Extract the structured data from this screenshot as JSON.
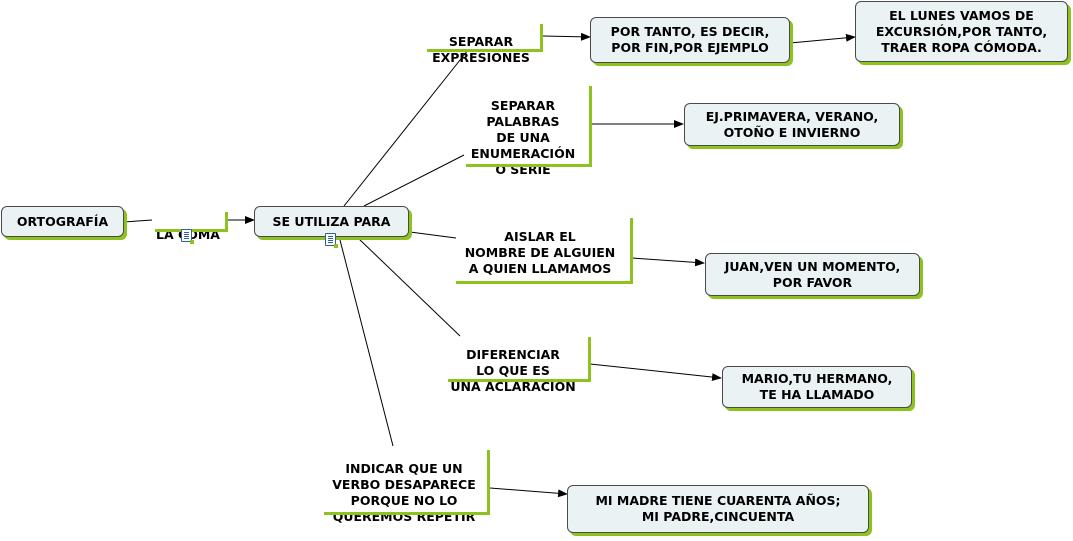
{
  "nodes": {
    "ortografia": "ORTOGRAFÍA",
    "la_coma": "LA COMA",
    "se_utiliza": "SE UTILIZA PARA",
    "separar_expresiones": "SEPARAR\nEXPRESIONES",
    "por_tanto": "POR TANTO, ES DECIR,\nPOR FIN,POR EJEMPLO",
    "el_lunes": "EL LUNES VAMOS DE\nEXCURSIÓN,POR TANTO,\nTRAER ROPA CÓMODA.",
    "separar_palabras": "SEPARAR\nPALABRAS\nDE UNA\nENUMERACIÓN\nO SERIE",
    "primavera": "EJ.PRIMAVERA, VERANO,\nOTOÑO E INVIERNO",
    "aislar": "AISLAR EL\nNOMBRE DE ALGUIEN\nA QUIEN LLAMAMOS",
    "juan": "JUAN,VEN UN MOMENTO,\nPOR FAVOR",
    "diferenciar": "DIFERENCIAR\nLO QUE ES\nUNA ACLARACIÓN",
    "mario": "MARIO,TU HERMANO,\nTE HA LLAMADO",
    "indicar": "INDICAR QUE UN\nVERBO DESAPARECE\nPORQUE NO LO\nQUEREMOS REPETIR",
    "mi_madre": "MI MADRE TIENE CUARENTA AÑOS;\nMI PADRE,CINCUENTA"
  },
  "colors": {
    "accent": "#8dc21f",
    "box_fill": "#eaf2f4",
    "border": "#4a4a4a",
    "note_icon": "#2f5f9f"
  },
  "icons": [
    "note-icon"
  ]
}
